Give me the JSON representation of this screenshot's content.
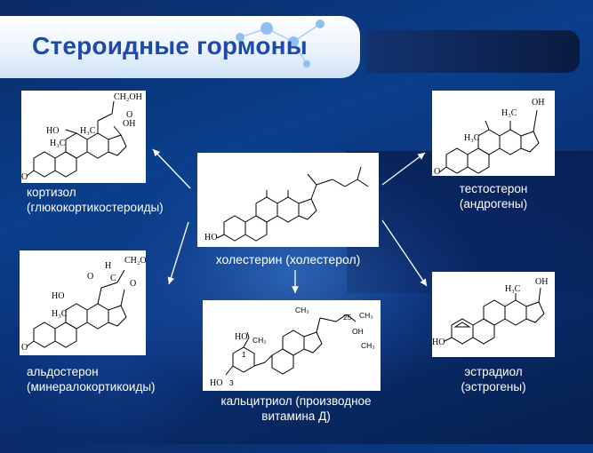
{
  "slide": {
    "title": "Стероидные гормоны"
  },
  "center": {
    "caption": "холестерин (холестерол)"
  },
  "cortisol": {
    "caption_line1": "кортизол",
    "caption_line2": "(глюкокортикостероиды)"
  },
  "aldosterone": {
    "caption_line1": "альдостерон",
    "caption_line2": "(минералокортикоиды)"
  },
  "testosterone": {
    "caption_line1": "тестостерон",
    "caption_line2": "(андрогены)"
  },
  "estradiol": {
    "caption_line1": "эстрадиол",
    "caption_line2": "(эстрогены)"
  },
  "calcitriol": {
    "caption_line1": "кальцитриол (производное",
    "caption_line2": "витамина Д)"
  },
  "colors": {
    "title": "#1f4aa8",
    "background": "#0a3f8c",
    "caption": "#ffffff"
  }
}
